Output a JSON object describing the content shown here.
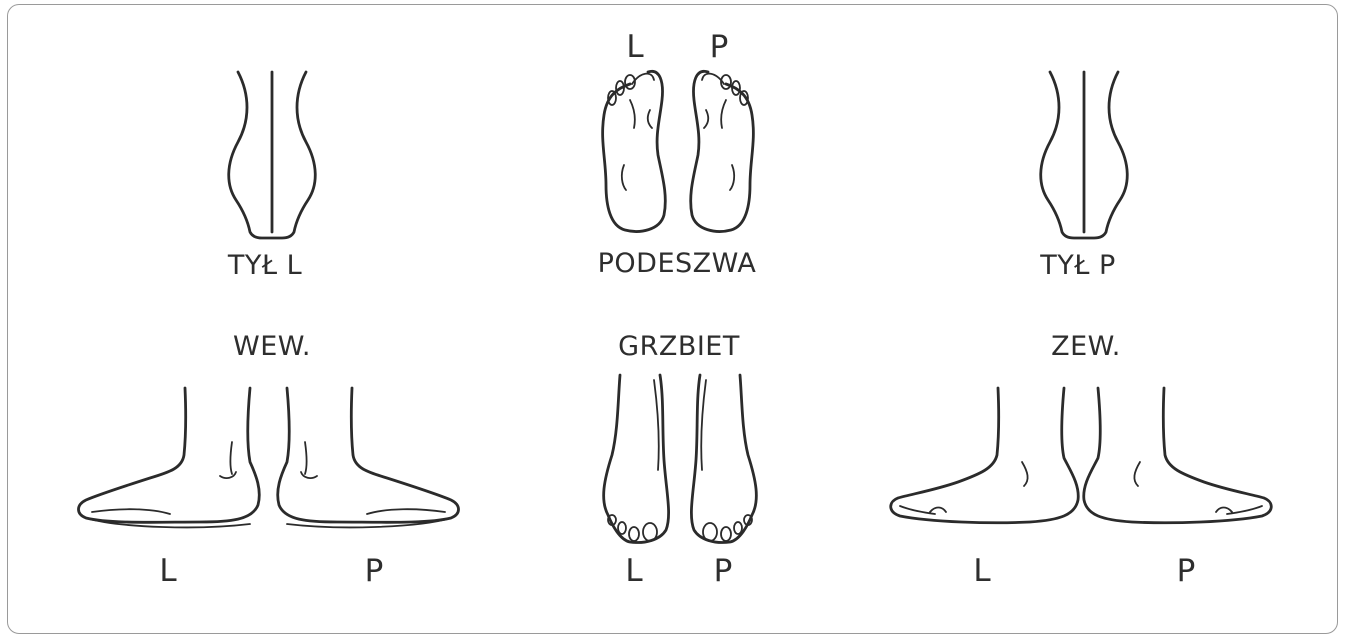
{
  "labels": {
    "back_left": "TYŁ L",
    "sole": "PODESZWA",
    "back_right": "TYŁ P",
    "inner": "WEW.",
    "top": "GRZBIET",
    "outer": "ZEW."
  },
  "sides": {
    "left": "L",
    "right": "P"
  }
}
